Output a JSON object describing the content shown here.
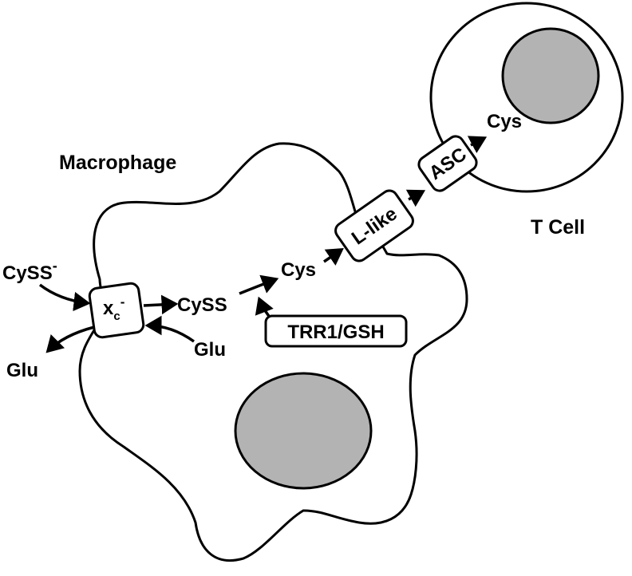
{
  "labels": {
    "macrophage": "Macrophage",
    "t_cell": "T Cell"
  },
  "molecules": {
    "cyss_out": "CySS",
    "cyss_out_charge": "-",
    "glu_out": "Glu",
    "glu_in": "Glu",
    "cyss_in": "CySS",
    "cys_mac": "Cys",
    "cys_t": "Cys"
  },
  "transporters": {
    "xc_main": "x",
    "xc_sub": "c",
    "xc_sup": "-",
    "l_like": "L-like",
    "asc": "ASC"
  },
  "enzymes": {
    "reductase": "TRR1/GSH"
  },
  "colors": {
    "nucleus_fill": "#b3b3b3",
    "stroke": "#000000",
    "background": "#ffffff"
  }
}
